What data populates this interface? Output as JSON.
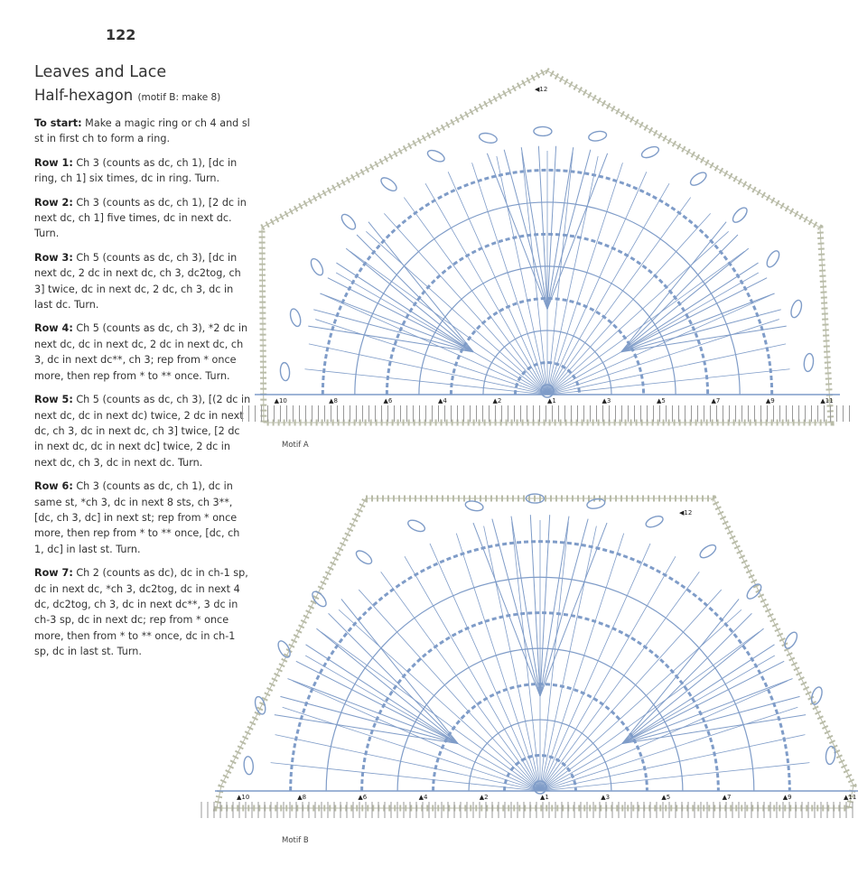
{
  "page_number": "122",
  "title": "Leaves and Lace",
  "subtitle": "Half-hexagon",
  "subtitle_note": "(motif B: make 8)",
  "instructions": [
    {
      "label": "To start:",
      "text": " Make a magic ring or ch 4 and sl st in first ch to form a ring."
    },
    {
      "label": "Row 1:",
      "text": " Ch 3 (counts as dc, ch 1), [dc in ring, ch 1] six times, dc in ring. Turn."
    },
    {
      "label": "Row 2:",
      "text": " Ch 3 (counts as dc, ch 1), [2 dc in next dc, ch 1] five times, dc in next dc. Turn."
    },
    {
      "label": "Row 3:",
      "text": " Ch 5 (counts as dc, ch 3), [dc in next dc, 2 dc in next dc, ch 3, dc2tog, ch 3] twice, dc in next dc, 2 dc, ch 3, dc in last dc. Turn."
    },
    {
      "label": "Row 4:",
      "text": " Ch 5 (counts as dc, ch 3), *2 dc in next dc, dc in next dc, 2 dc in next dc, ch 3, dc in next dc**, ch 3; rep from * once more, then rep from * to ** once. Turn."
    },
    {
      "label": "Row 5:",
      "text": " Ch 5 (counts as dc, ch 3), [(2 dc in next dc, dc in next dc) twice, 2 dc in next dc, ch 3, dc in next dc, ch 3] twice, [2 dc in next dc, dc in next dc] twice, 2 dc in next dc, ch 3, dc in next dc. Turn."
    },
    {
      "label": "Row 6:",
      "text": " Ch 3 (counts as dc, ch 1), dc in same st, *ch 3, dc in next 8 sts, ch 3**, [dc, ch 3, dc] in next st; rep from * once more, then rep from * to ** once, [dc, ch 1, dc] in last st. Turn."
    },
    {
      "label": "Row 7:",
      "text": " Ch 2 (counts as dc), dc in ch-1 sp, dc in next dc, *ch 3, dc2tog, dc in next 4 dc, dc2tog, ch 3, dc in next dc**, 3 dc in ch-3 sp, dc in next dc; rep from * once more, then from * to ** once, dc in ch-1 sp, dc in last st. Turn."
    }
  ],
  "motifs": [
    {
      "caption": "Motif A",
      "row_markers": [
        "10",
        "8",
        "6",
        "4",
        "2",
        "1",
        "3",
        "5",
        "7",
        "9",
        "11"
      ],
      "top_marker": "12"
    },
    {
      "caption": "Motif B",
      "row_markers": [
        "10",
        "8",
        "6",
        "4",
        "2",
        "1",
        "3",
        "5",
        "7",
        "9",
        "11"
      ],
      "top_marker": "12"
    }
  ],
  "colors": {
    "inner_stitches": "#7f9cc8",
    "outer_stitches": "#b9bca8"
  }
}
